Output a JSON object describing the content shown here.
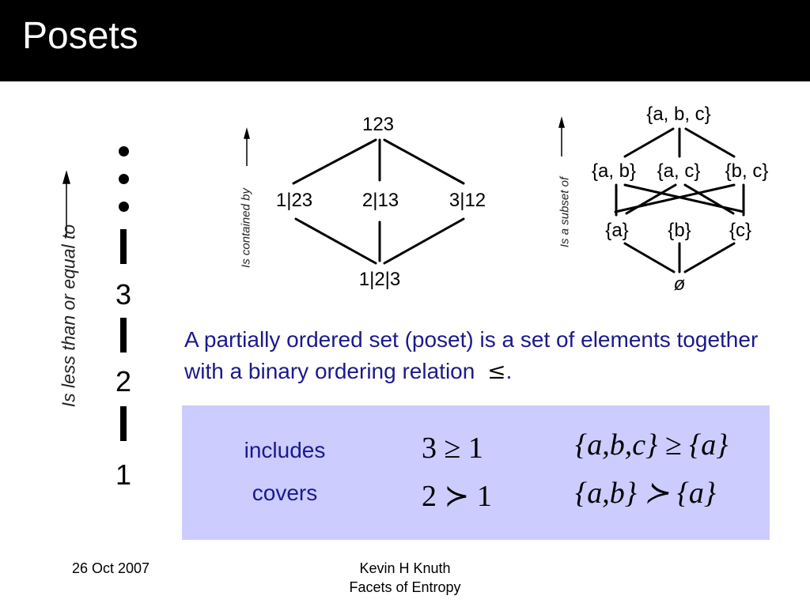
{
  "slide": {
    "title": "Posets"
  },
  "chain": {
    "axis_label": "Is less than or equal to",
    "elements": [
      "3",
      "2",
      "1"
    ]
  },
  "partition_lattice": {
    "axis_label": "Is contained by",
    "top": "123",
    "middle": [
      "1|23",
      "2|13",
      "3|12"
    ],
    "bottom": "1|2|3"
  },
  "subset_lattice": {
    "axis_label": "Is a subset of",
    "top": "{a, b, c}",
    "upper": [
      "{a, b}",
      "{a, c}",
      "{b, c}"
    ],
    "lower": [
      "{a}",
      "{b}",
      "{c}"
    ],
    "bottom": "ø"
  },
  "definition": {
    "text": "A partially ordered set (poset) is a set of elements together with a binary ordering relation",
    "symbol": "≤",
    "end": "."
  },
  "relations": {
    "includes_label": "includes",
    "covers_label": "covers",
    "includes_number_example": "3 ≥ 1",
    "covers_number_example": "2 ≻ 1",
    "includes_set_example": "{a,b,c} ≥ {a}",
    "covers_set_example": "{a,b} ≻ {a}"
  },
  "footer": {
    "date": "26 Oct 2007",
    "author": "Kevin H Knuth",
    "talk": "Facets of Entropy"
  }
}
